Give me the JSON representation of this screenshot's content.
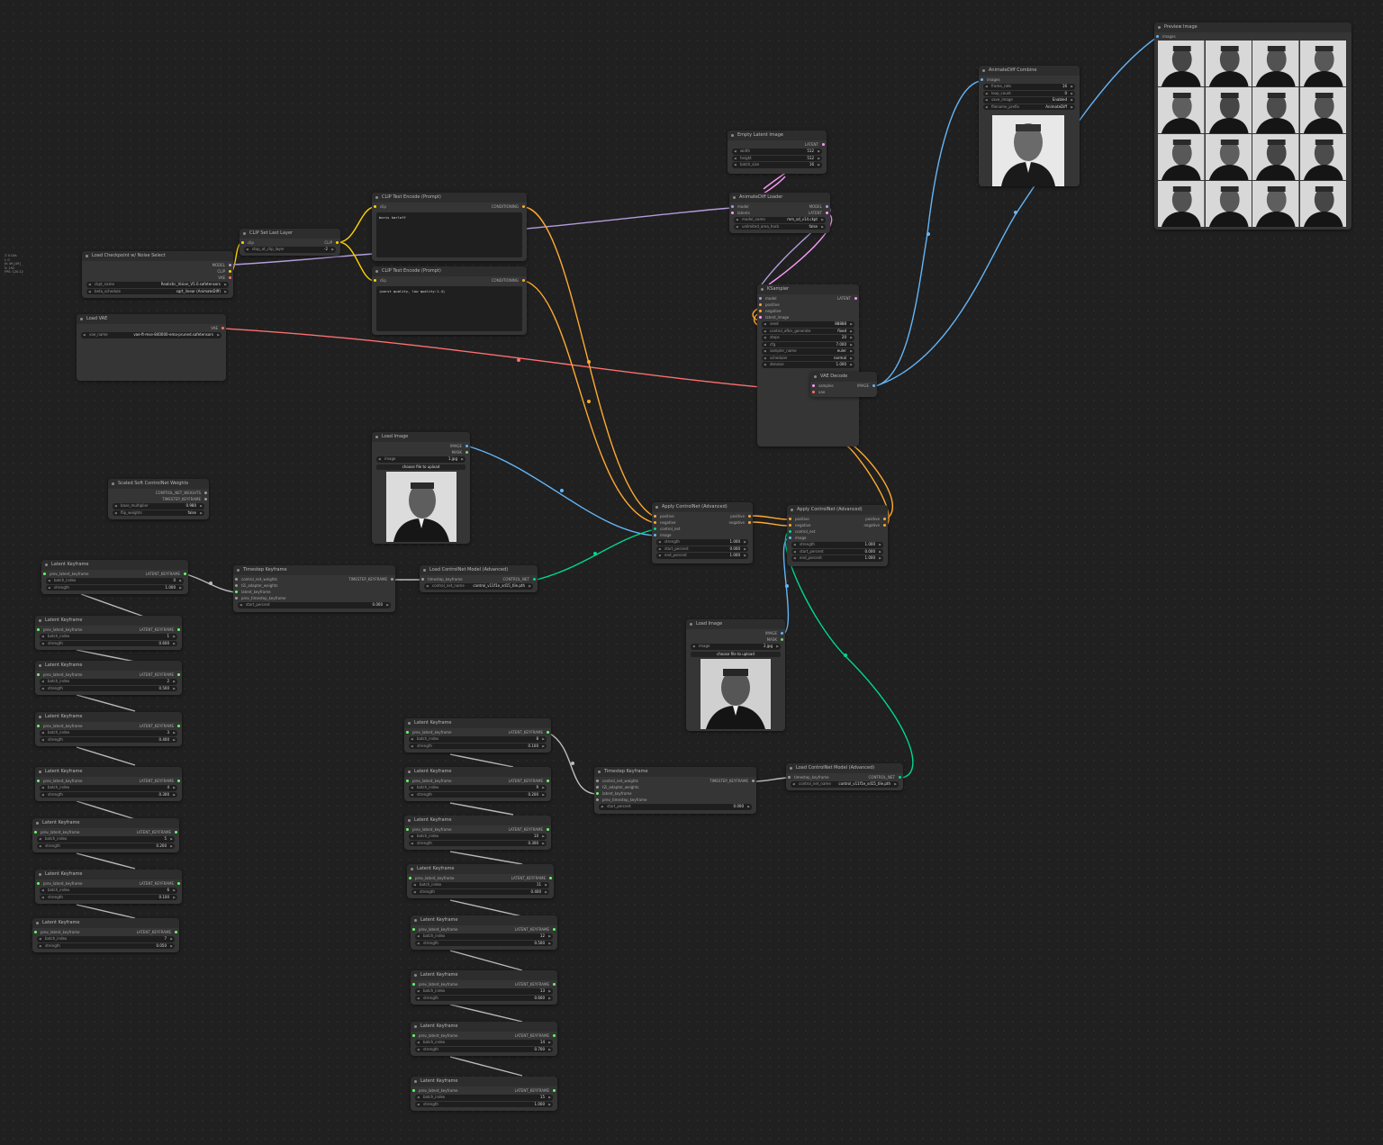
{
  "stats": {
    "lines": [
      "T: 0.00s",
      "I: 0",
      "N: 49 [49]",
      "V: 152",
      "FPS: 120.12"
    ]
  },
  "nodes": {
    "load_checkpoint": {
      "title": "Load Checkpoint w/ Noise Select",
      "out_model": "MODEL",
      "out_clip": "CLIP",
      "out_vae": "VAE",
      "w1_name": "ckpt_name",
      "w1_value": "Realistic_Vision_V5.0.safetensors",
      "w2_name": "beta_schedule",
      "w2_value": "sqrt_linear (AnimateDiff)"
    },
    "clip_set_last": {
      "title": "CLIP Set Last Layer",
      "in_clip": "clip",
      "out_clip": "CLIP",
      "w1_name": "stop_at_clip_layer",
      "w1_value": "-2"
    },
    "clip_pos": {
      "title": "CLIP Text Encode (Prompt)",
      "in_clip": "clip",
      "out": "CONDITIONING",
      "text": "boris karloff"
    },
    "clip_neg": {
      "title": "CLIP Text Encode (Prompt)",
      "in_clip": "clip",
      "out": "CONDITIONING",
      "text": "(worst quality, low quality:1.4)"
    },
    "load_vae": {
      "title": "Load VAE",
      "out_vae": "VAE",
      "w1_name": "vae_name",
      "w1_value": "vae-ft-mse-840000-ema-pruned.safetensors"
    },
    "empty_latent": {
      "title": "Empty Latent Image",
      "out": "LATENT",
      "w1_name": "width",
      "w1_value": "512",
      "w2_name": "height",
      "w2_value": "512",
      "w3_name": "batch_size",
      "w3_value": "16"
    },
    "ad_loader": {
      "title": "AnimateDiff Loader",
      "in_model": "model",
      "in_latents": "latents",
      "out_model": "MODEL",
      "out_latent": "LATENT",
      "w1_name": "model_name",
      "w1_value": "mm_sd_v14.ckpt",
      "w2_name": "unlimited_area_hack",
      "w2_value": "false"
    },
    "ksampler": {
      "title": "KSampler",
      "in_model": "model",
      "in_pos": "positive",
      "in_neg": "negative",
      "in_latent": "latent_image",
      "out": "LATENT",
      "w": [
        [
          "seed",
          "88888"
        ],
        [
          "control_after_generate",
          "fixed"
        ],
        [
          "steps",
          "20"
        ],
        [
          "cfg",
          "7.000"
        ],
        [
          "sampler_name",
          "euler"
        ],
        [
          "scheduler",
          "normal"
        ],
        [
          "denoise",
          "1.000"
        ]
      ]
    },
    "vae_decode": {
      "title": "VAE Decode",
      "in_samples": "samples",
      "in_vae": "vae",
      "out": "IMAGE"
    },
    "ad_combine": {
      "title": "AnimateDiff Combine",
      "in_images": "images",
      "w": [
        [
          "frame_rate",
          "16"
        ],
        [
          "loop_count",
          "0"
        ],
        [
          "save_image",
          "Enabled"
        ],
        [
          "filename_prefix",
          "AnimateDiff"
        ]
      ]
    },
    "preview": {
      "title": "Preview Image",
      "in_images": "images"
    },
    "load_image_1": {
      "title": "Load Image",
      "out_image": "IMAGE",
      "out_mask": "MASK",
      "w1_name": "image",
      "w1_value": "1.jpg",
      "upload": "choose file to upload"
    },
    "load_image_2": {
      "title": "Load Image",
      "out_image": "IMAGE",
      "out_mask": "MASK",
      "w1_name": "image",
      "w1_value": "2.jpg",
      "upload": "choose file to upload"
    },
    "scaled_soft": {
      "title": "Scaled Soft ControlNet Weights",
      "out1": "CONTROL_NET_WEIGHTS",
      "out2": "TIMESTEP_KEYFRAME",
      "w1_name": "base_multiplier",
      "w1_value": "0.980",
      "w2_name": "flip_weights",
      "w2_value": "false"
    },
    "apply_cn_1": {
      "title": "Apply ControlNet (Advanced)",
      "in": [
        "positive",
        "negative",
        "control_net",
        "image"
      ],
      "out_pos": "positive",
      "out_neg": "negative",
      "w": [
        [
          "strength",
          "1.000"
        ],
        [
          "start_percent",
          "0.000"
        ],
        [
          "end_percent",
          "1.000"
        ]
      ]
    },
    "apply_cn_2": {
      "title": "Apply ControlNet (Advanced)",
      "in": [
        "positive",
        "negative",
        "control_net",
        "image"
      ],
      "out_pos": "positive",
      "out_neg": "negative",
      "w": [
        [
          "strength",
          "1.000"
        ],
        [
          "start_percent",
          "0.000"
        ],
        [
          "end_percent",
          "1.000"
        ]
      ]
    },
    "ts_keyframe_1": {
      "title": "Timestep Keyframe",
      "in": [
        "control_net_weights",
        "t2i_adapter_weights",
        "latent_keyframe",
        "prev_timestep_keyframe"
      ],
      "out": "TIMESTEP_KEYFRAME",
      "w1_name": "start_percent",
      "w1_value": "0.000"
    },
    "ts_keyframe_2": {
      "title": "Timestep Keyframe",
      "in": [
        "control_net_weights",
        "t2i_adapter_weights",
        "latent_keyframe",
        "prev_timestep_keyframe"
      ],
      "out": "TIMESTEP_KEYFRAME",
      "w1_name": "start_percent",
      "w1_value": "0.000"
    },
    "load_cn_1": {
      "title": "Load ControlNet Model (Advanced)",
      "in": "timestep_keyframe",
      "out": "CONTROL_NET",
      "w1_name": "control_net_name",
      "w1_value": "control_v11f1e_sd15_tile.pth"
    },
    "load_cn_2": {
      "title": "Load ControlNet Model (Advanced)",
      "in": "timestep_keyframe",
      "out": "CONTROL_NET",
      "w1_name": "control_net_name",
      "w1_value": "control_v11f1e_sd15_tile.pth"
    }
  },
  "keyframe_labels": {
    "title": "Latent Keyframe",
    "in": "prev_latent_keyframe",
    "out": "LATENT_KEYFRAME",
    "batch": "batch_index",
    "strength": "strength"
  },
  "keyframes_left": [
    {
      "batch_index": "0",
      "strength": "1.000"
    },
    {
      "batch_index": "1",
      "strength": "0.600"
    },
    {
      "batch_index": "2",
      "strength": "0.500"
    },
    {
      "batch_index": "3",
      "strength": "0.400"
    },
    {
      "batch_index": "4",
      "strength": "0.300"
    },
    {
      "batch_index": "5",
      "strength": "0.200"
    },
    {
      "batch_index": "6",
      "strength": "0.100"
    },
    {
      "batch_index": "7",
      "strength": "0.050"
    }
  ],
  "keyframes_right": [
    {
      "batch_index": "8",
      "strength": "0.100"
    },
    {
      "batch_index": "9",
      "strength": "0.200"
    },
    {
      "batch_index": "10",
      "strength": "0.300"
    },
    {
      "batch_index": "11",
      "strength": "0.400"
    },
    {
      "batch_index": "12",
      "strength": "0.500"
    },
    {
      "batch_index": "13",
      "strength": "0.600"
    },
    {
      "batch_index": "14",
      "strength": "0.700"
    },
    {
      "batch_index": "15",
      "strength": "1.000"
    }
  ],
  "preview_grid": {
    "columns": 4,
    "rows": 4
  },
  "colors": {
    "latent": "#ff9cf9",
    "model": "#b39ddb",
    "clip": "#ffd500",
    "conditioning": "#ffa931",
    "vae": "#ff6e6e",
    "image": "#64b5f6",
    "control_net": "#00d78d",
    "keyframe": "#66ff66"
  }
}
